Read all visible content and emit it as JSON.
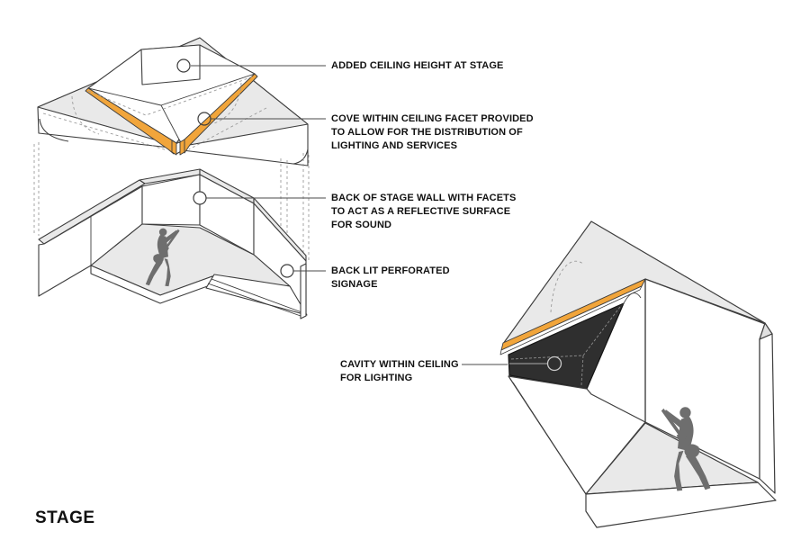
{
  "sheet": {
    "title": "STAGE"
  },
  "annotations": {
    "added_ceiling": {
      "text": "ADDED CEILING HEIGHT AT STAGE"
    },
    "cove": {
      "text": "COVE WITHIN CEILING FACET PROVIDED\nTO ALLOW FOR THE DISTRIBUTION OF\nLIGHTING AND SERVICES"
    },
    "back_wall": {
      "text": "BACK OF STAGE WALL WITH FACETS\nTO ACT AS A REFLECTIVE SURFACE\nFOR SOUND"
    },
    "signage": {
      "text": "BACK LIT PERFORATED\nSIGNAGE"
    },
    "cavity": {
      "text": "CAVITY WITHIN CEILING\nFOR LIGHTING"
    }
  },
  "colors": {
    "accent_orange": "#F1A53B",
    "cavity_dark": "#2F2F2F",
    "figure_gray": "#6E6E6E",
    "surface_gray": "#E9E9E9",
    "line_dark": "#3D3D3D",
    "dashed_gray": "#9B9B9B",
    "background": "#FFFFFF",
    "text": "#111111"
  }
}
